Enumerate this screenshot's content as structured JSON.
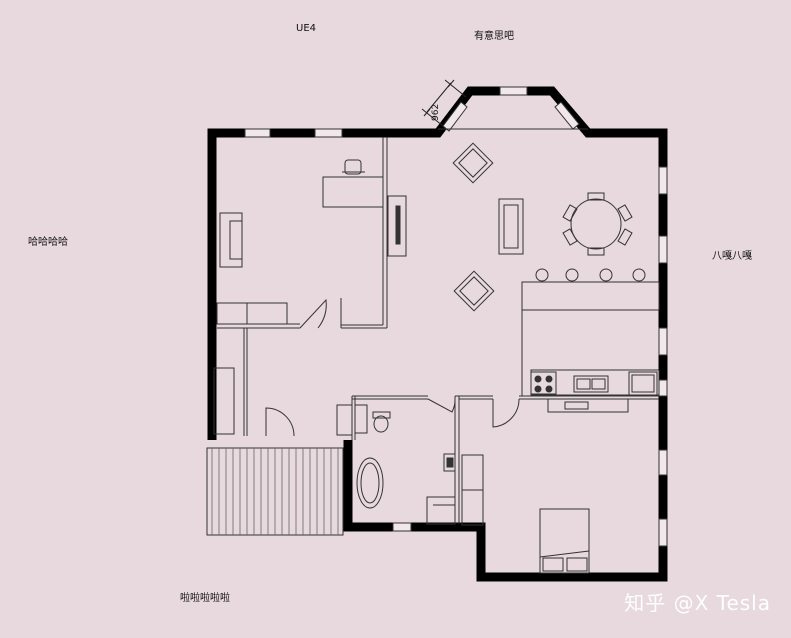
{
  "labels": {
    "ue4": "UE4",
    "youyisiba": "有意思吧",
    "hahaha": "哈哈哈哈",
    "baga": "八嘎八嘎",
    "lala": "啦啦啦啦啦"
  },
  "dimension": {
    "value": "962"
  },
  "watermark": {
    "text": "知乎 @X Tesla"
  },
  "colors": {
    "background": "#e7d9dd",
    "wall": "#000000",
    "line": "#333333",
    "window": "#f2e8ec"
  }
}
